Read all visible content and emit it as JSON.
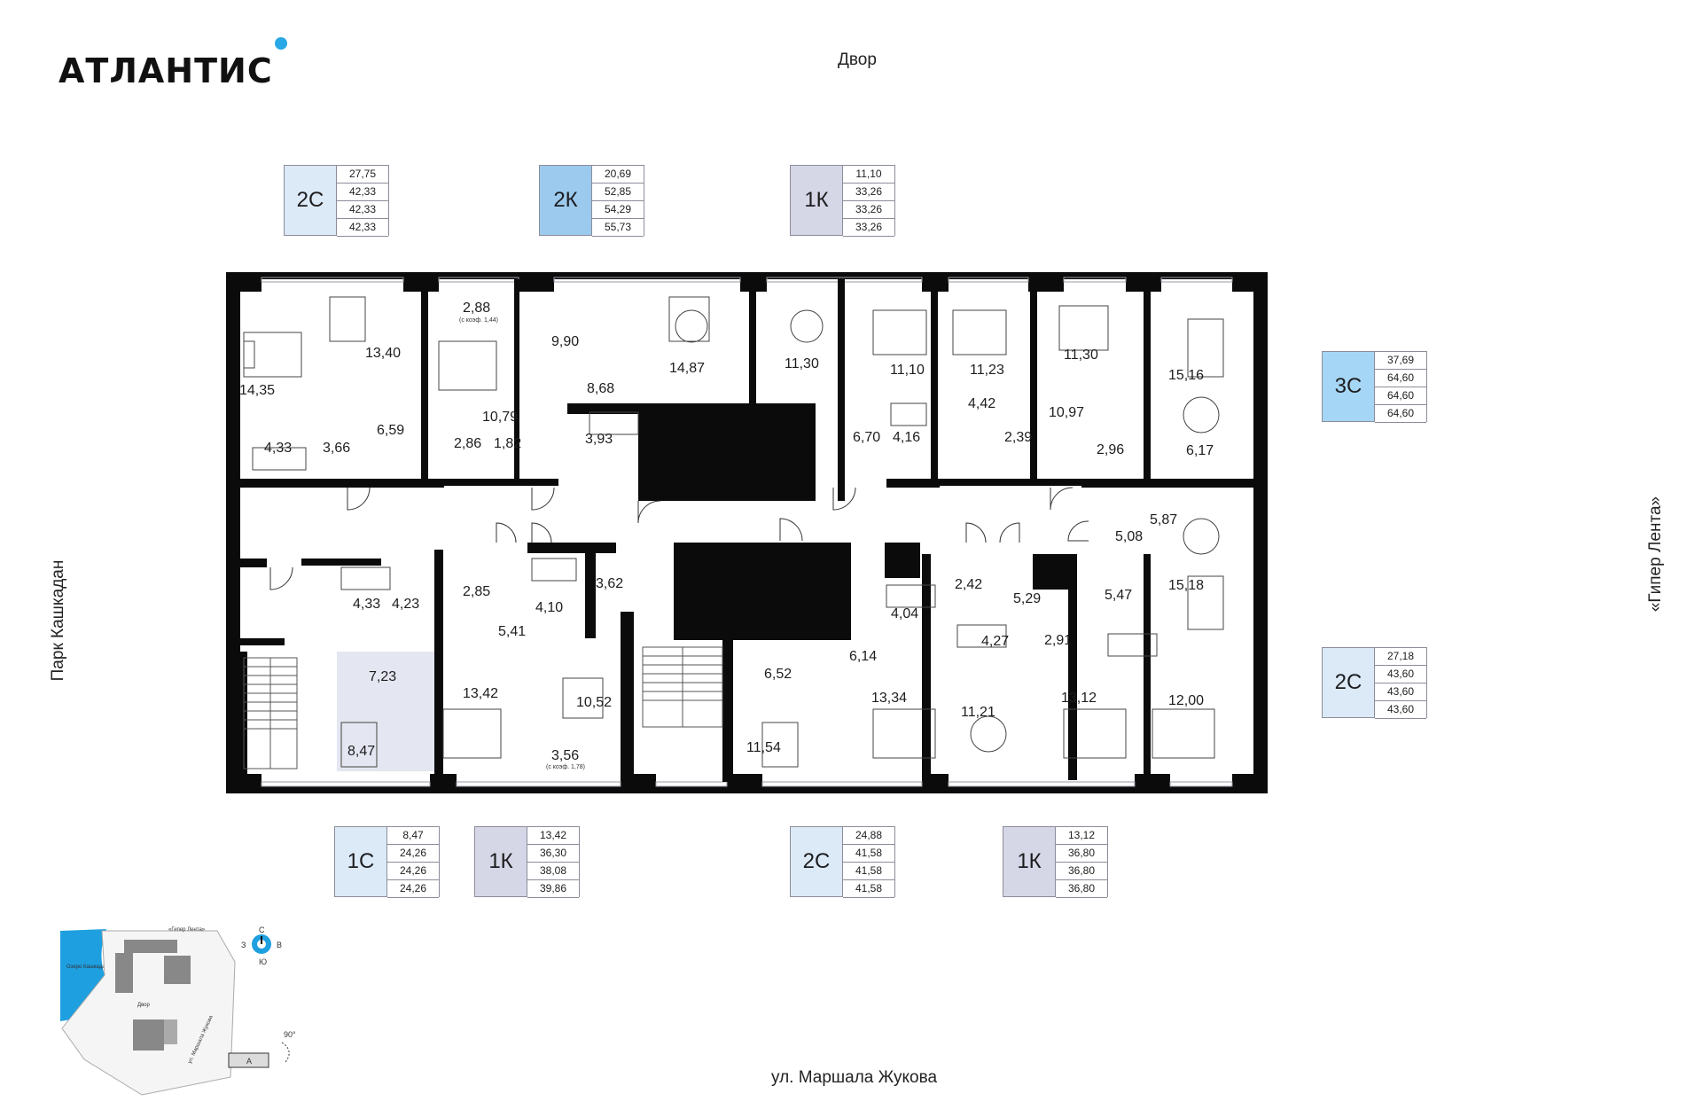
{
  "brand": {
    "name": "АТЛАНТИС"
  },
  "orientation": {
    "top": "Двор",
    "bottom": "ул. Маршала Жукова",
    "left": "Парк Кашкадан",
    "right": "«Гипер Лента»"
  },
  "colors": {
    "studio": "#dce9f7",
    "two_k": "#9ccaee",
    "one_k": "#d5d6e6",
    "three_c": "#a6d6f5",
    "highlight": "#e4e6f1",
    "accent": "#28a9e6",
    "wall": "#0b0b0c"
  },
  "units": [
    {
      "id": "u1",
      "type": "2С",
      "areas": [
        "27,75",
        "42,33",
        "42,33",
        "42,33"
      ]
    },
    {
      "id": "u2",
      "type": "2К",
      "areas": [
        "20,69",
        "52,85",
        "54,29",
        "55,73"
      ]
    },
    {
      "id": "u3",
      "type": "1К",
      "areas": [
        "11,10",
        "33,26",
        "33,26",
        "33,26"
      ]
    },
    {
      "id": "u4",
      "type": "3С",
      "areas": [
        "37,69",
        "64,60",
        "64,60",
        "64,60"
      ]
    },
    {
      "id": "u5",
      "type": "2С",
      "areas": [
        "27,18",
        "43,60",
        "43,60",
        "43,60"
      ]
    },
    {
      "id": "u6",
      "type": "1С",
      "areas": [
        "8,47",
        "24,26",
        "24,26",
        "24,26"
      ]
    },
    {
      "id": "u7",
      "type": "1К",
      "areas": [
        "13,42",
        "36,30",
        "38,08",
        "39,86"
      ]
    },
    {
      "id": "u8",
      "type": "2С",
      "areas": [
        "24,88",
        "41,58",
        "41,58",
        "41,58"
      ]
    },
    {
      "id": "u9",
      "type": "1К",
      "areas": [
        "13,12",
        "36,80",
        "36,80",
        "36,80"
      ]
    }
  ],
  "rooms": [
    "14,35",
    "13,40",
    "4,33",
    "3,66",
    "6,59",
    "2,88",
    "10,79",
    "2,86",
    "1,82",
    "9,90",
    "8,68",
    "3,93",
    "14,87",
    "11,30",
    "6,70",
    "11,10",
    "4,16",
    "11,23",
    "4,42",
    "2,39",
    "11,30",
    "10,97",
    "2,96",
    "15,16",
    "6,17",
    "5,87",
    "5,08",
    "15,18",
    "5,47",
    "12,00",
    "4,33",
    "4,23",
    "7,23",
    "8,47",
    "2,85",
    "5,41",
    "13,42",
    "4,10",
    "3,62",
    "10,52",
    "3,56",
    "6,52",
    "11,54",
    "6,14",
    "4,04",
    "13,34",
    "2,42",
    "4,27",
    "5,29",
    "11,21",
    "2,91",
    "13,12"
  ],
  "room_notes": {
    "balcony_top": "(с коэф. 1,44)",
    "balcony_bottom": "(с коэф. 1,78)"
  },
  "site_plan": {
    "lake": "Озеро Кашкадан",
    "road_top": "«Гипер Лента»",
    "yard": "Двор",
    "street": "ул. Маршала Жукова",
    "compass": {
      "n": "С",
      "s": "Ю",
      "w": "З",
      "e": "В"
    },
    "rotation": "90°",
    "section": "А"
  }
}
